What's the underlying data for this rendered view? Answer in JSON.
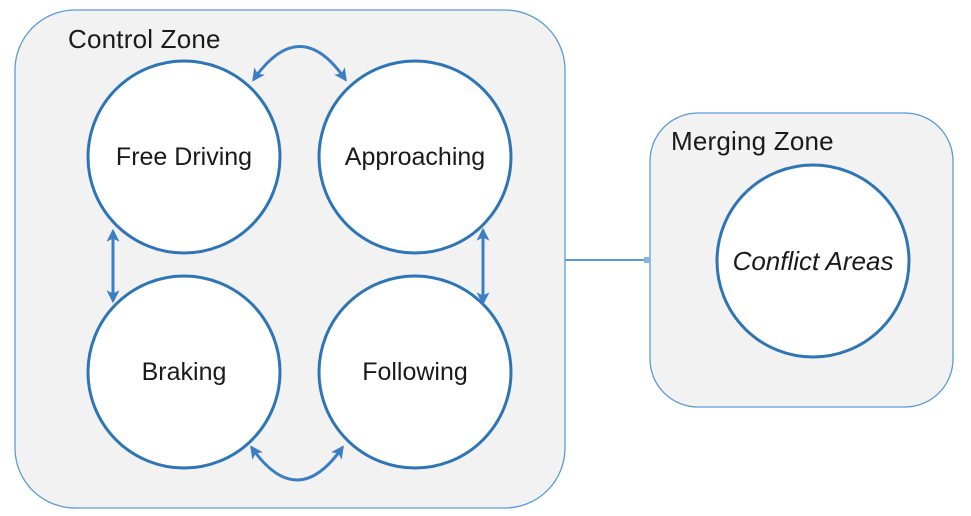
{
  "diagram_title": "",
  "colors": {
    "zone_fill": "#f2f2f2",
    "zone_border": "#5b9bd5",
    "node_border": "#2e75b6",
    "arrow": "#3b7ec6",
    "text": "#1a1a1a",
    "connector": "#5b9bd5"
  },
  "zones": [
    {
      "id": "control-zone",
      "title": "Control Zone",
      "nodes": [
        {
          "id": "free-driving",
          "label": "Free Driving"
        },
        {
          "id": "approaching",
          "label": "Approaching"
        },
        {
          "id": "braking",
          "label": "Braking"
        },
        {
          "id": "following",
          "label": "Following"
        }
      ]
    },
    {
      "id": "merging-zone",
      "title": "Merging Zone",
      "nodes": [
        {
          "id": "conflict-areas",
          "label": "Conflict Areas",
          "italic": true
        }
      ]
    }
  ],
  "edges": [
    {
      "from": "free-driving",
      "to": "approaching",
      "style": "curved-arc-top",
      "bidirectional": true
    },
    {
      "from": "free-driving",
      "to": "braking",
      "style": "straight-vertical",
      "bidirectional": true
    },
    {
      "from": "approaching",
      "to": "following",
      "style": "straight-vertical",
      "bidirectional": true
    },
    {
      "from": "braking",
      "to": "following",
      "style": "curved-arc-bottom",
      "bidirectional": true
    },
    {
      "from": "control-zone",
      "to": "merging-zone",
      "style": "plain-line",
      "bidirectional": false
    }
  ]
}
